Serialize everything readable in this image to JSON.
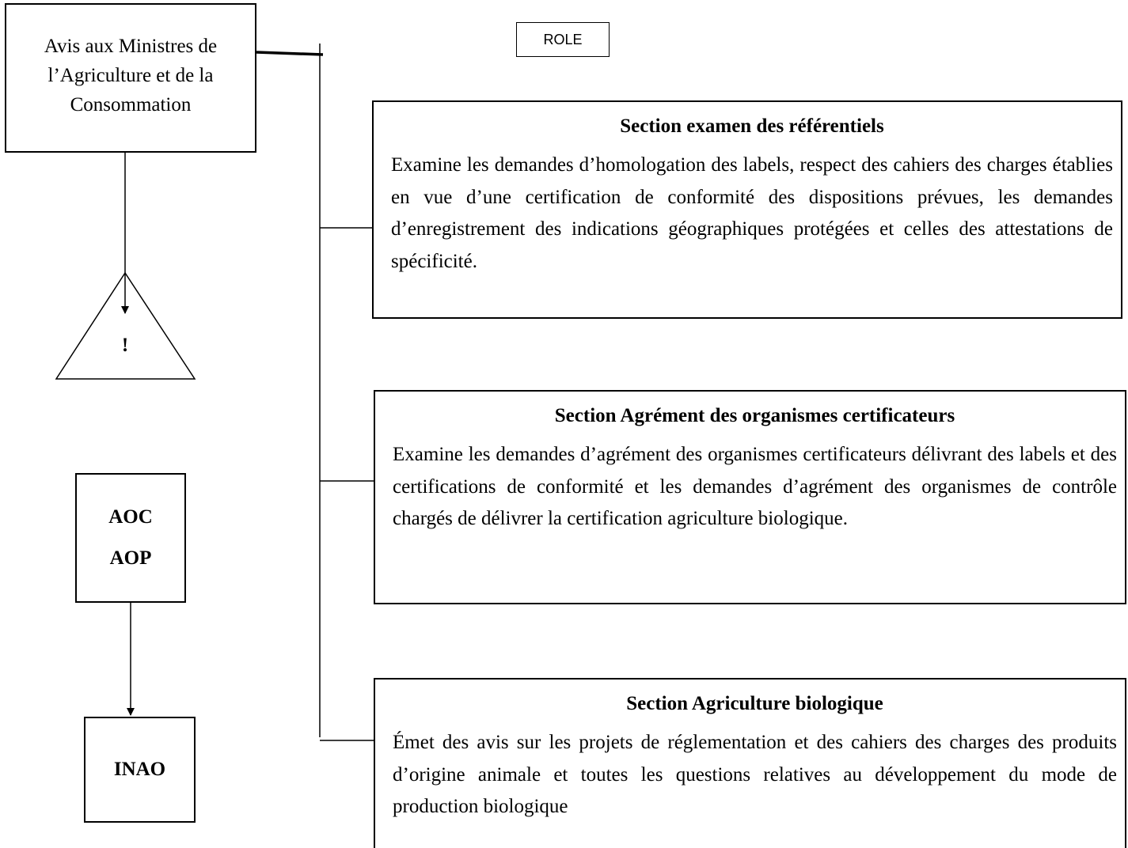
{
  "avis": {
    "text": "Avis aux Ministres de l’Agriculture et de la Consommation"
  },
  "role": {
    "label": "ROLE"
  },
  "sections": [
    {
      "title": "Section examen des référentiels",
      "text": "Examine les demandes d’homologation des labels, respect des cahiers des charges établies en vue d’une certification de conformité des dispositions prévues, les demandes d’enregistrement des indications géographiques protégées et celles des attestations de spécificité."
    },
    {
      "title": "Section Agrément des organismes certificateurs",
      "text": "Examine les demandes d’agrément des organismes certificateurs délivrant des labels et des certifications de conformité et les demandes d’agrément des organismes de contrôle chargés de délivrer la certification agriculture biologique."
    },
    {
      "title": "Section Agriculture biologique",
      "text": "Émet des avis sur les projets de réglementation et des cahiers des charges des produits d’origine animale et toutes les questions relatives au développement du mode de production biologique"
    }
  ],
  "warning": {
    "symbol": "!"
  },
  "appellations": {
    "line1": "AOC",
    "line2": "AOP"
  },
  "inao": {
    "label": "INAO"
  }
}
